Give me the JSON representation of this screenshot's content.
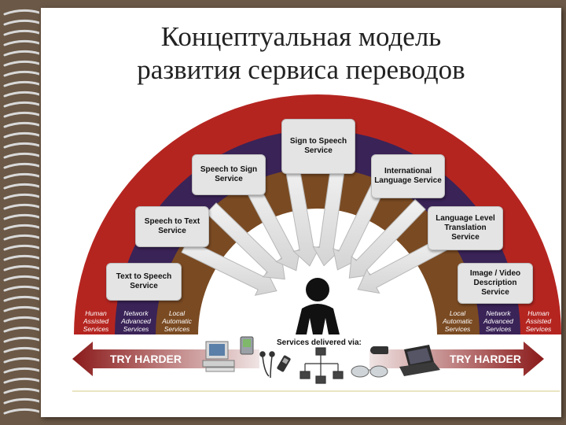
{
  "title_line1": "Концептуальная модель",
  "title_line2": "развития сервиса переводов",
  "services": {
    "sign_to_speech": "Sign to Speech Service",
    "speech_to_sign": "Speech to Sign Service",
    "international_language": "International Language Service",
    "speech_to_text": "Speech to Text Service",
    "language_level_translation": "Language Level Translation Service",
    "text_to_speech": "Text to Speech Service",
    "image_video_description": "Image / Video Description Service"
  },
  "band_labels": {
    "human": "Human Assisted Services",
    "network": "Network Advanced Services",
    "local": "Local Automatic Services"
  },
  "try_harder": "TRY HARDER",
  "services_delivered": "Services delivered via:",
  "colors": {
    "outer_band": "#b52520",
    "middle_band": "#3a2357",
    "inner_band": "#7a4a22",
    "arrow": "#8b1a1a"
  },
  "icons": [
    "desktop-computer-icon",
    "pda-icon",
    "earphones-icon",
    "mobile-phone-icon",
    "network-icon",
    "video-camera-icon",
    "glasses-icon",
    "laptop-icon"
  ]
}
